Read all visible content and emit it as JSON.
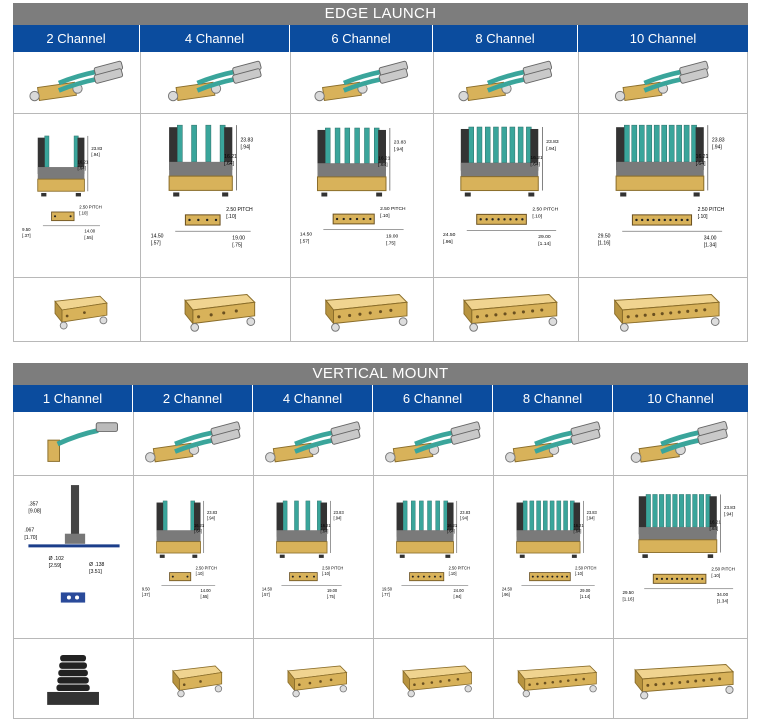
{
  "edge_launch": {
    "title": "EDGE LAUNCH",
    "columns": [
      {
        "label": "2 Channel",
        "ch": 2,
        "h1": "23.83",
        "h1b": ".94",
        "h2": "16.21",
        "h2b": ".64",
        "pitch": "2.50 PITCH",
        "pitchb": ".10",
        "w1": "9.50",
        "w1b": ".37",
        "w2": "14.00",
        "w2b": ".55"
      },
      {
        "label": "4 Channel",
        "ch": 4,
        "h1": "23.83",
        "h1b": ".94",
        "h2": "16.21",
        "h2b": ".64",
        "pitch": "2.50 PITCH",
        "pitchb": ".10",
        "w1": "14.50",
        "w1b": ".57",
        "w2": "19.00",
        "w2b": ".75"
      },
      {
        "label": "6 Channel",
        "ch": 6,
        "h1": "23.83",
        "h1b": ".94",
        "h2": "16.21",
        "h2b": ".64",
        "pitch": "2.50 PITCH",
        "pitchb": ".10",
        "w1": "14.50",
        "w1b": ".57",
        "w2": "19.00",
        "w2b": ".75"
      },
      {
        "label": "8 Channel",
        "ch": 8,
        "h1": "23.83",
        "h1b": ".94",
        "h2": "16.21",
        "h2b": ".64",
        "pitch": "2.50 PITCH",
        "pitchb": ".10",
        "w1": "24.50",
        "w1b": ".96",
        "w2": "29.00",
        "w2b": "1.14"
      },
      {
        "label": "10 Channel",
        "ch": 10,
        "h1": "23.83",
        "h1b": ".94",
        "h2": "16.21",
        "h2b": ".64",
        "pitch": "2.50 PITCH",
        "pitchb": ".10",
        "w1": "29.50",
        "w1b": "1.16",
        "w2": "34.00",
        "w2b": "1.34"
      }
    ]
  },
  "vertical_mount": {
    "title": "VERTICAL MOUNT",
    "columns": [
      {
        "label": "1 Channel",
        "ch": 1,
        "d1": ".357",
        "d1b": "9.08",
        "d2": ".067",
        "d2b": "1.70",
        "d3": "Ø .102",
        "d3b": "2.59",
        "d4": "Ø .138",
        "d4b": "3.51"
      },
      {
        "label": "2 Channel",
        "ch": 2,
        "h1": "23.83",
        "h1b": ".94",
        "h2": "16.21",
        "h2b": ".64",
        "pitch": "2.50 PITCH",
        "pitchb": ".10",
        "w1": "9.50",
        "w1b": ".37",
        "w2": "14.00",
        "w2b": ".55"
      },
      {
        "label": "4 Channel",
        "ch": 4,
        "h1": "23.83",
        "h1b": ".94",
        "h2": "16.21",
        "h2b": ".64",
        "pitch": "2.50 PITCH",
        "pitchb": ".10",
        "w1": "14.50",
        "w1b": ".57",
        "w2": "19.00",
        "w2b": ".75"
      },
      {
        "label": "6 Channel",
        "ch": 6,
        "h1": "23.83",
        "h1b": ".94",
        "h2": "16.21",
        "h2b": ".64",
        "pitch": "2.50 PITCH",
        "pitchb": ".10",
        "w1": "19.50",
        "w1b": ".77",
        "w2": "24.00",
        "w2b": ".94"
      },
      {
        "label": "8 Channel",
        "ch": 8,
        "h1": "23.83",
        "h1b": ".94",
        "h2": "16.21",
        "h2b": ".64",
        "pitch": "2.50 PITCH",
        "pitchb": ".10",
        "w1": "24.50",
        "w1b": ".96",
        "w2": "29.00",
        "w2b": "1.14"
      },
      {
        "label": "10 Channel",
        "ch": 10,
        "h1": "23.83",
        "h1b": ".94",
        "h2": "16.21",
        "h2b": ".64",
        "pitch": "2.50 PITCH",
        "pitchb": ".10",
        "w1": "29.50",
        "w1b": "1.16",
        "w2": "34.00",
        "w2b": "1.34"
      }
    ]
  },
  "colors": {
    "header_bar": "#7d7d7d",
    "column_header": "#0b4c9e",
    "gold": "#d8b25a",
    "cable": "#3aa59b"
  }
}
